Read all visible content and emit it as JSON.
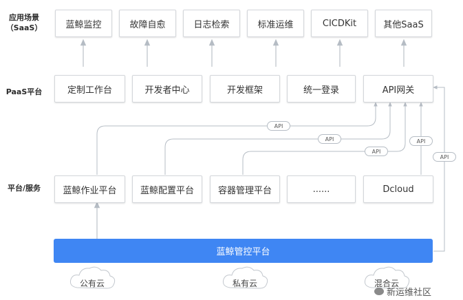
{
  "side_labels": {
    "apps_line1": "应用场景",
    "apps_line2": "（SaaS）",
    "paas": "PaaS平台",
    "platform": "平台/服务"
  },
  "saas_row": [
    "蓝鲸监控",
    "故障自愈",
    "日志检索",
    "标准运维",
    "CICDKit",
    "其他SaaS"
  ],
  "paas_row": [
    "定制工作台",
    "开发者中心",
    "开发框架",
    "统一登录",
    "API网关"
  ],
  "platform_row": [
    "蓝鲸作业平台",
    "蓝鲸配置平台",
    "容器管理平台",
    "......",
    "Dcloud"
  ],
  "base_bar": "蓝鲸管控平台",
  "api_label": "API",
  "clouds": [
    "公有云",
    "私有云",
    "混合云"
  ],
  "watermark": "新运维社区",
  "colors": {
    "accent": "#3f86f3",
    "line": "#b5bcc4",
    "arrow": "#c9cdd2"
  }
}
